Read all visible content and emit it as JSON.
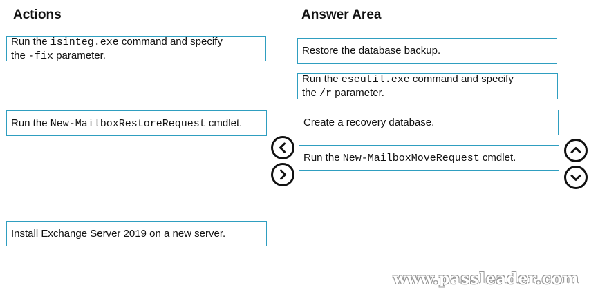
{
  "headings": {
    "actions": "Actions",
    "answer_area": "Answer Area"
  },
  "actions": {
    "item1": {
      "pre": "Run the ",
      "code1": "isinteg.exe",
      "mid": " command and specify",
      "line2_pre": "the ",
      "code2": "-fix",
      "line2_post": " parameter."
    },
    "item2": {
      "pre": "Run the ",
      "code": "New-MailboxRestoreRequest",
      "post": " cmdlet."
    },
    "item3": {
      "text": "Install Exchange Server 2019 on a new server."
    }
  },
  "answers": {
    "item1": {
      "text": "Restore the database backup."
    },
    "item2": {
      "pre": "Run the ",
      "code1": "eseutil.exe",
      "mid": " command and specify",
      "line2_pre": "the ",
      "code2": "/r",
      "line2_post": " parameter."
    },
    "item3": {
      "text": "Create a recovery database."
    },
    "item4": {
      "pre": "Run the ",
      "code": "New-MailboxMoveRequest",
      "post": " cmdlet."
    }
  },
  "controls": {
    "move_left_icon": "chevron-left-icon",
    "move_right_icon": "chevron-right-icon",
    "move_up_icon": "chevron-up-icon",
    "move_down_icon": "chevron-down-icon"
  },
  "watermark": "www.passleader.com",
  "colors": {
    "box_border": "#2f9ec0",
    "text": "#111111"
  }
}
